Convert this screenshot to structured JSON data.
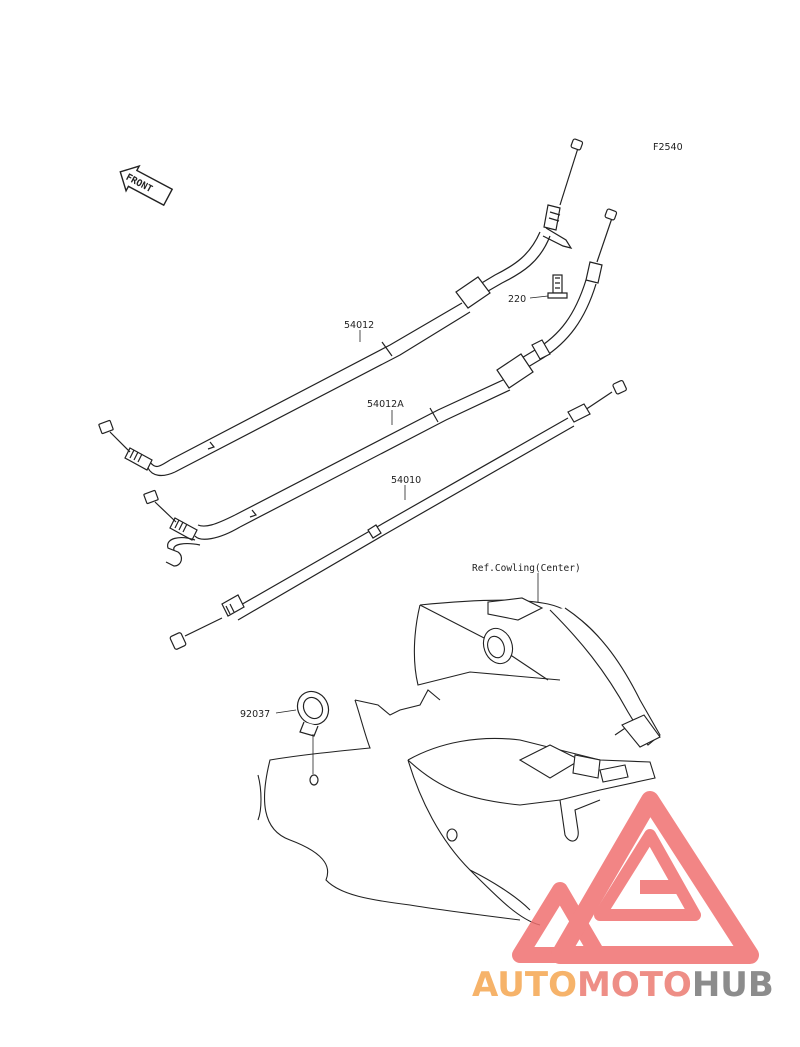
{
  "diagram": {
    "code": "F2540",
    "direction_label": "FRONT",
    "parts": {
      "cable_54012": "54012",
      "cable_54012a": "54012A",
      "cable_54010": "54010",
      "bolt_220": "220",
      "grommet_92037": "92037"
    },
    "reference": "Ref.Cowling(Center)"
  },
  "watermark": {
    "part1": "AUTO",
    "part2": "MOTO",
    "part3": "HUB",
    "colors": {
      "auto": "#f6b36a",
      "moto": "#ee8e86",
      "hub": "#8c8c8c",
      "logo": "#f07070"
    }
  }
}
